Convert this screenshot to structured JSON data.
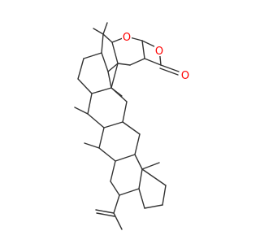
{
  "molecule": {
    "bond_color": "#333333",
    "heteroatom_color": "#ff0000",
    "atoms": {
      "ring_oxygen_bridge": "O",
      "ring_oxygen_lactone": "O",
      "carbonyl_oxygen": "O"
    },
    "methyl_labels": [],
    "visible_text": [
      "O",
      "O",
      "O"
    ]
  }
}
